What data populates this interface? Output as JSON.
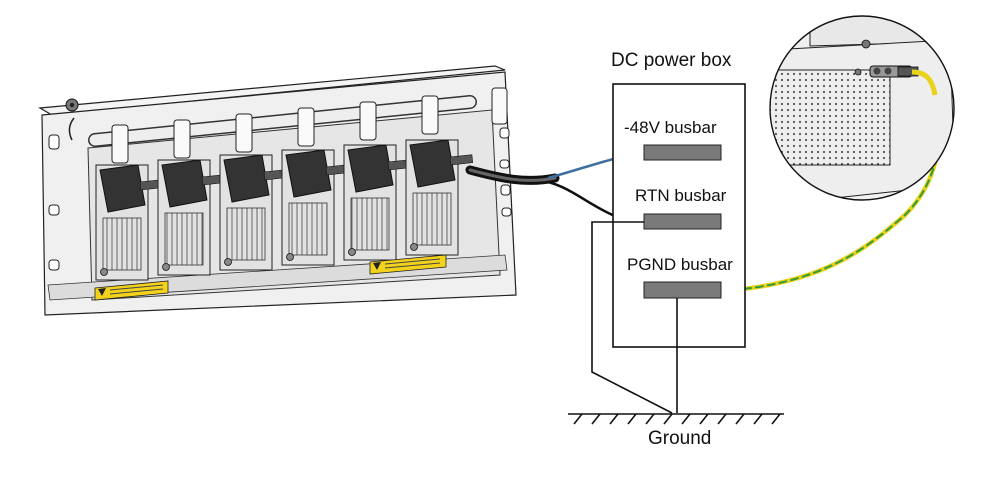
{
  "diagram": {
    "title": "DC power box",
    "labels": {
      "neg48v": "-48V busbar",
      "rtn": "RTN busbar",
      "pgnd": "PGND busbar",
      "ground": "Ground"
    },
    "colors": {
      "neg48v_cable": "#3f6f9f",
      "rtn_cable": "#111111",
      "pgnd_cable_yellow": "#e8d21a",
      "pgnd_cable_green": "#2f9b3b",
      "busbar": "#7a7a7a"
    }
  }
}
